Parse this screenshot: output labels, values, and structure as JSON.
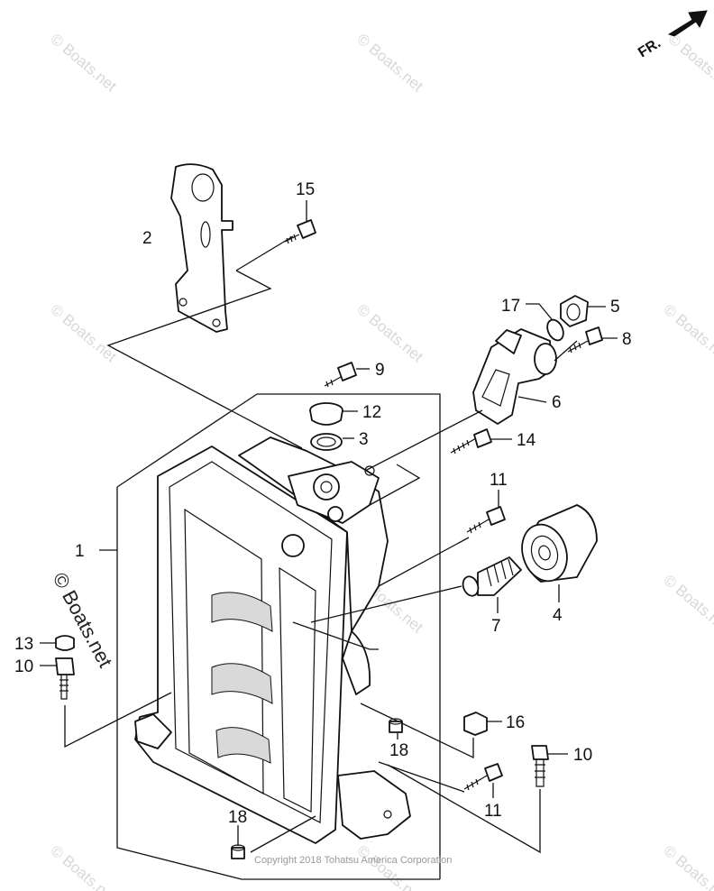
{
  "direction": {
    "label": "FR."
  },
  "watermarks": [
    "© Boats.net",
    "© Boats.net",
    "© Boats.net",
    "© Boats.net",
    "© Boats.net",
    "© Boats.net",
    "© Boats.net",
    "© Boats.net",
    "© Boats.net",
    "© Boats.net",
    "© Boats.net"
  ],
  "brand_mark": "© Boats.net",
  "copyright": "Copyright 2018 Tohatsu America Corporation",
  "callouts": [
    "1",
    "2",
    "3",
    "4",
    "5",
    "6",
    "7",
    "8",
    "9",
    "10",
    "10",
    "11",
    "11",
    "12",
    "13",
    "14",
    "15",
    "16",
    "17",
    "18",
    "18"
  ]
}
